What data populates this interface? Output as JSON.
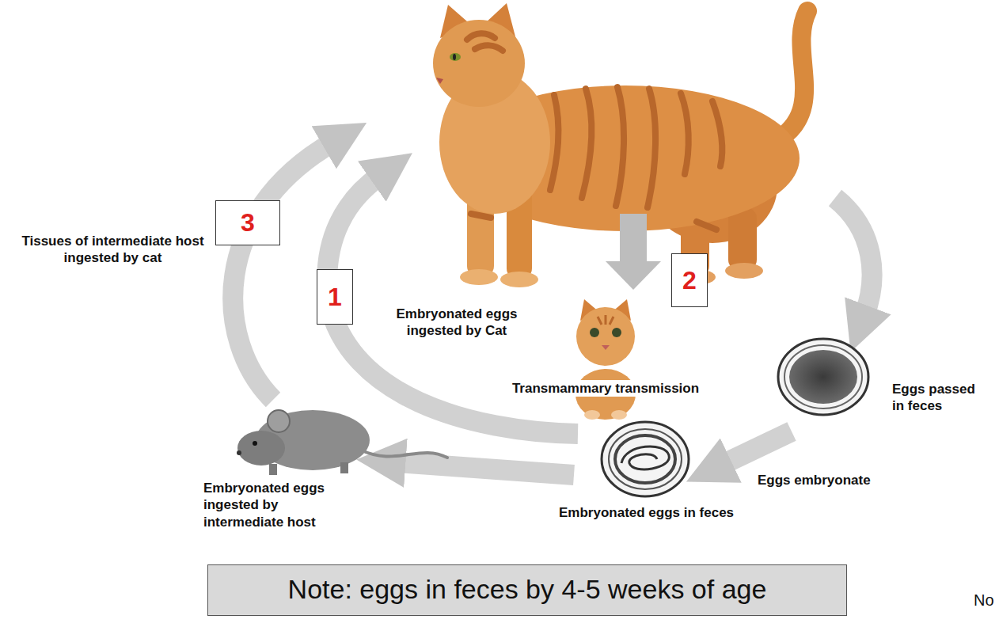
{
  "diagram": {
    "nodes": [
      {
        "text": [
          "3"
        ]
      },
      {
        "text": [
          "2"
        ]
      },
      {
        "text": [
          "1"
        ]
      },
      {
        "text": [
          "Note: eggs in feces by 4-5 weeks of age"
        ]
      }
    ],
    "labels": [
      "Tissues of intermediate host ingested by cat",
      "Embryonated eggs ingested by Cat",
      "Transmammary transmission",
      "Eggs passed in feces",
      "Eggs embryonate",
      "Embryonated eggs in feces",
      "Embryonated eggs ingested by intermediate host",
      "No"
    ]
  }
}
